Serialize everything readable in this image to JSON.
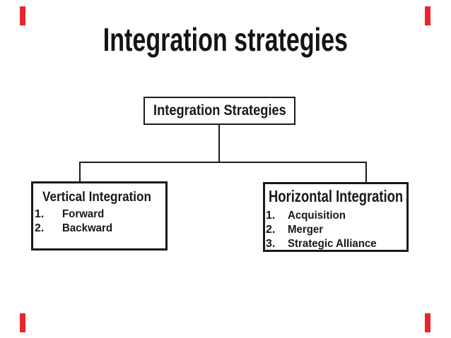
{
  "slide": {
    "title": "Integration strategies"
  },
  "diagram": {
    "root": {
      "label": "Integration Strategies"
    },
    "children": [
      {
        "label": "Vertical Integration",
        "items": [
          "Forward",
          "Backward"
        ]
      },
      {
        "label": "Horizontal Integration",
        "items": [
          "Acquisition",
          "Merger",
          "Strategic Alliance"
        ]
      }
    ]
  },
  "decor": {
    "corner_mark_color": "#e8252b",
    "line_color": "#1a1a1a"
  }
}
